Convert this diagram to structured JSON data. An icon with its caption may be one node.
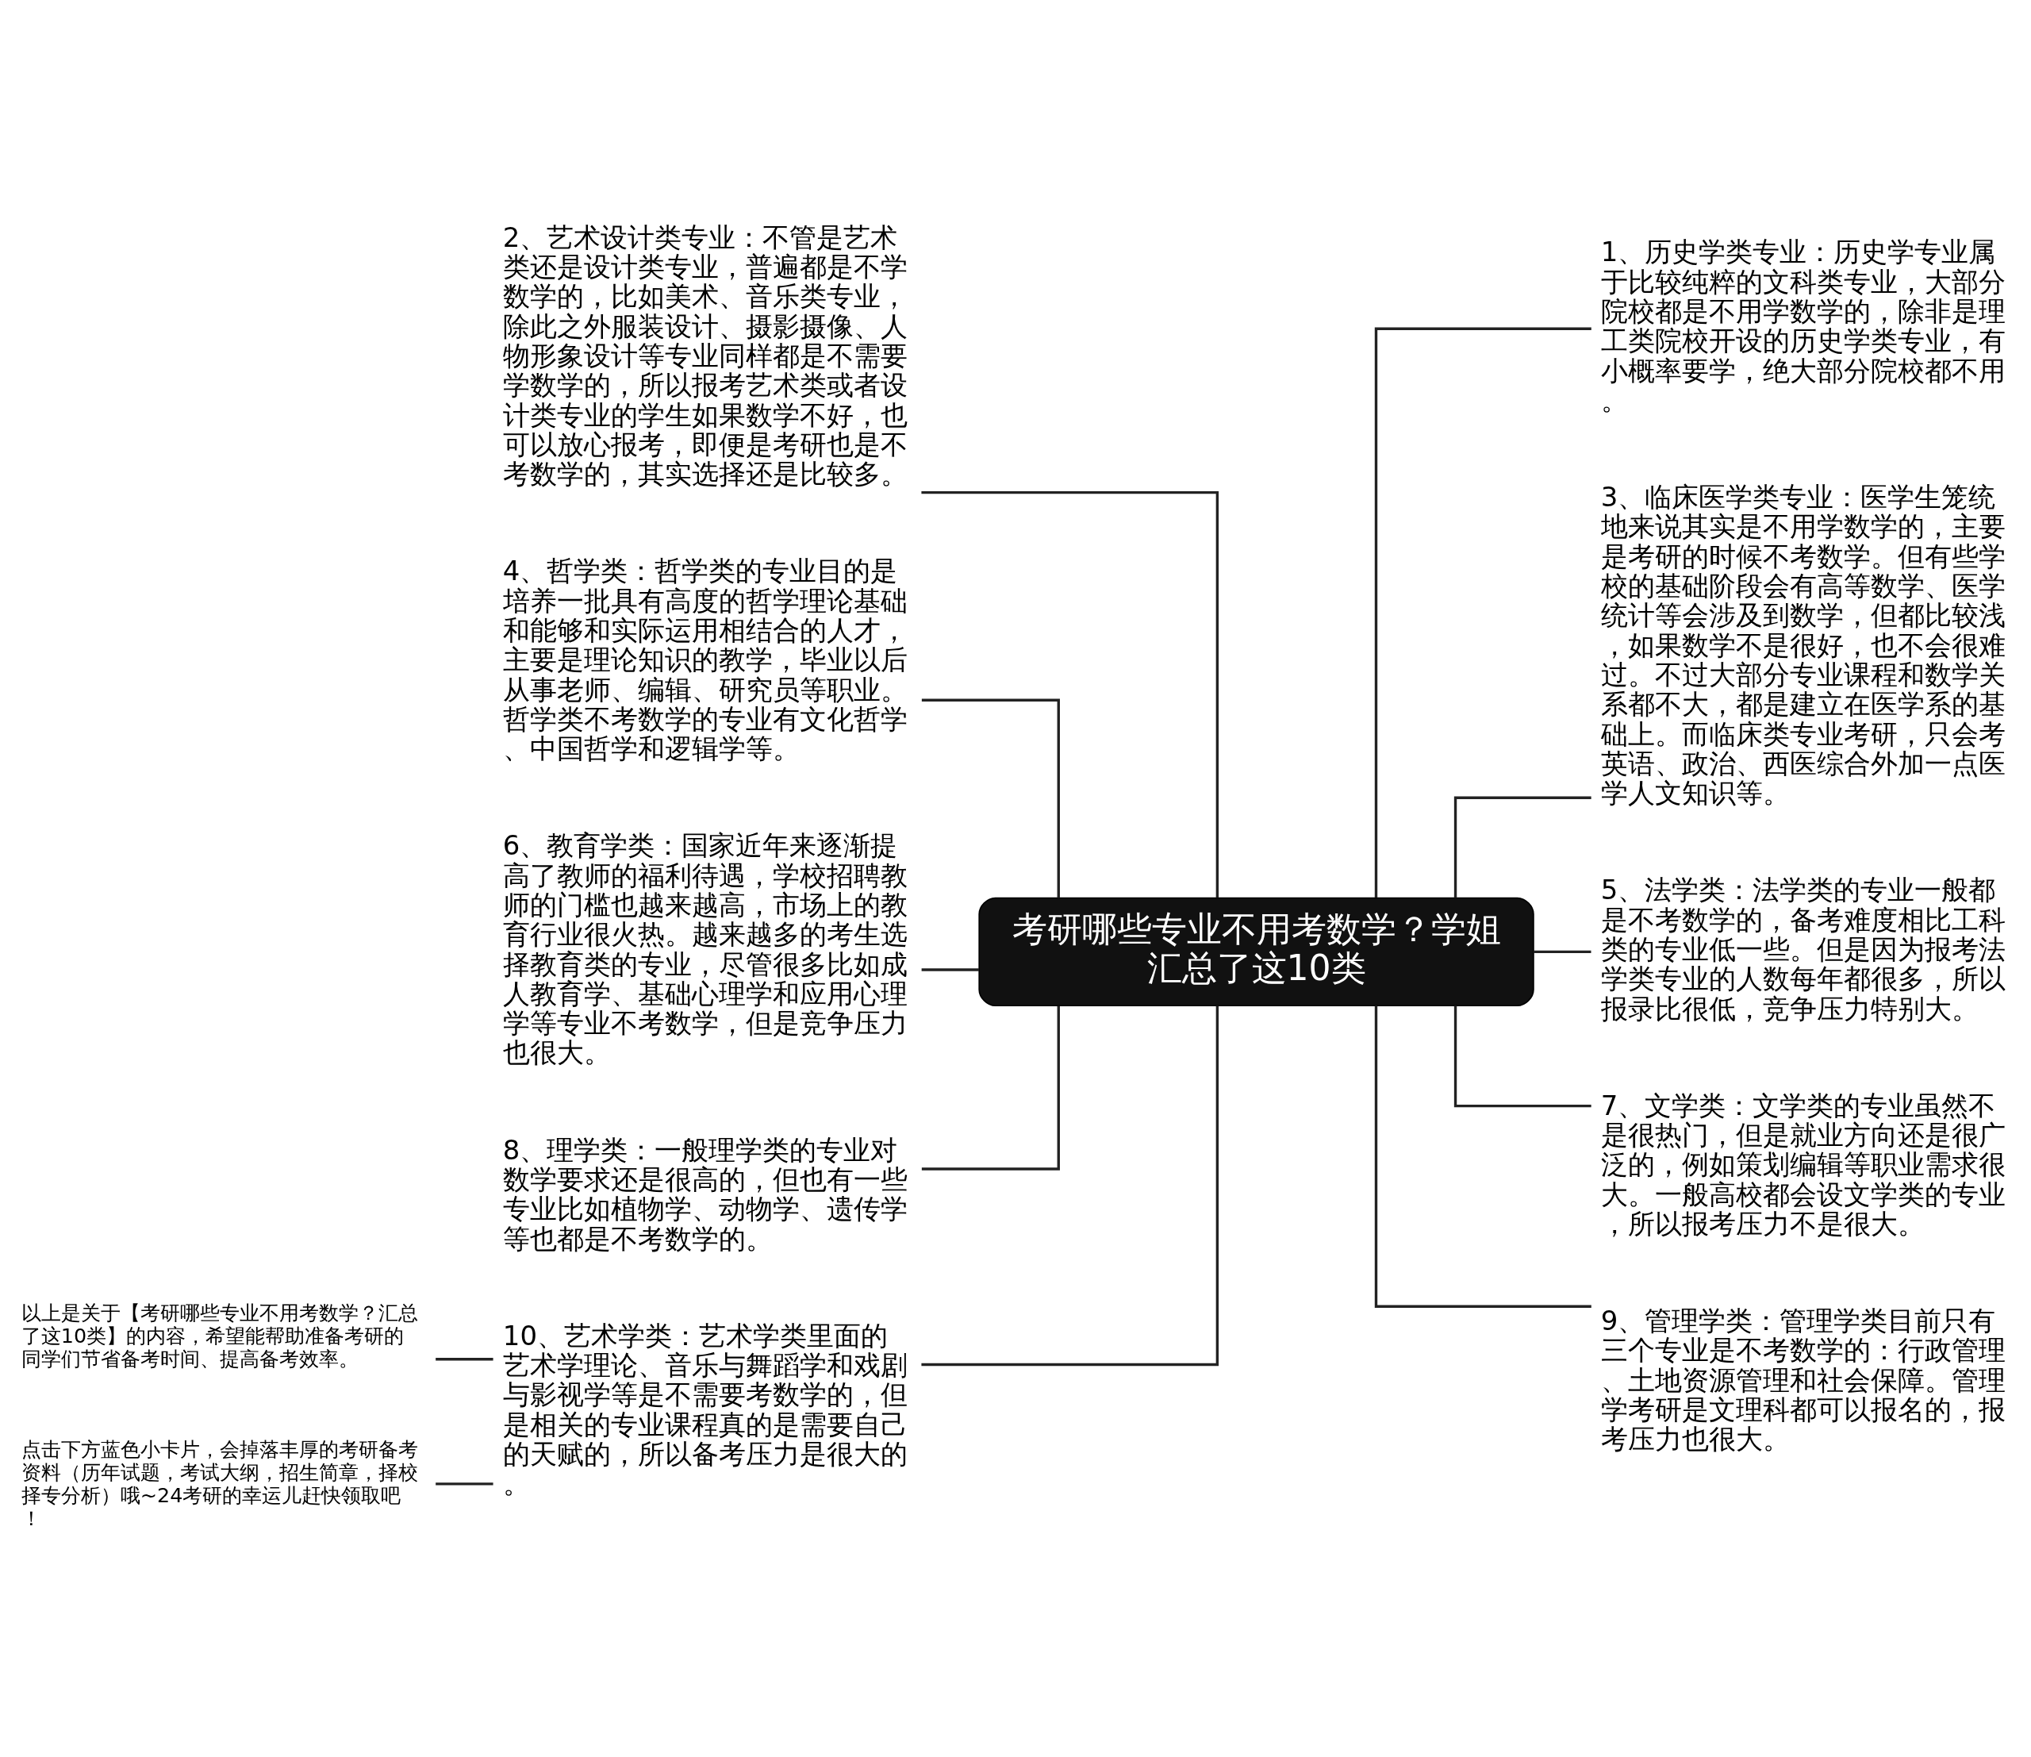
{
  "diagram": {
    "nodes": [
      {
        "text": [
          "考研哪些专业不用考数学？学姐汇总了这10类"
        ]
      },
      {
        "text": [
          "2、艺术设计类专业：不管是艺术类还是设计类专业，普遍都是不学数学的，比如美术、音乐类专业，除此之外服装设计、摄影摄像、人物形象设计等专业同样都是不需要学数学的，所以报考艺术类或者设计类专业的学生如果数学不好，也可以放心报考，即便是考研也是不考数学的，其实选择还是比较多。"
        ]
      },
      {
        "text": [
          "4、哲学类：哲学类的专业目的是培养一批具有高度的哲学理论基础和能够和实际运用相结合的人才，主要是理论知识的教学，毕业以后从事老师、编辑、研究员等职业。哲学类不考数学的专业有文化哲学、中国哲学和逻辑学等。"
        ]
      },
      {
        "text": [
          "6、教育学类：国家近年来逐渐提高了教师的福利待遇，学校招聘教师的门槛也越来越高，市场上的教育行业很火热。越来越多的考生选择教育类的专业，尽管很多比如成人教育学、基础心理学和应用心理学等专业不考数学，但是竞争压力也很大。"
        ]
      },
      {
        "text": [
          "8、理学类：一般理学类的专业对数学要求还是很高的，但也有一些专业比如植物学、动物学、遗传学等也都是不考数学的。"
        ]
      },
      {
        "text": [
          "10、艺术学类：艺术学类里面的艺术学理论、音乐与舞蹈学和戏剧与影视学等是不需要考数学的，但是相关的专业课程真的是需要自己的天赋的，所以备考压力是很大的。"
        ]
      },
      {
        "text": [
          "以上是关于【考研哪些专业不用考数学？汇总了这10类】的内容，希望能帮助准备考研的同学们节省备考时间、提高备考效率。"
        ]
      },
      {
        "text": [
          "点击下方蓝色小卡片，会掉落丰厚的考研备考资料（历年试题，考试大纲，招生简章，择校择专分析）哦~24考研的幸运儿赶快领取吧！"
        ]
      },
      {
        "text": [
          "1、历史学类专业：历史学专业属于比较纯粹的文科类专业，大部分院校都是不用学数学的，除非是理工类院校开设的历史学类专业，有小概率要学，绝大部分院校都不用。"
        ]
      },
      {
        "text": [
          "3、临床医学类专业：医学生笼统地来说其实是不用学数学的，主要是考研的时候不考数学。但有些学校的基础阶段会有高等数学、医学统计等会涉及到数学，但都比较浅，如果数学不是很好，也不会很难过。不过大部分专业课程和数学关系都不大，都是建立在医学系的基础上。而临床类专业考研，只会考英语、政治、西医综合外加一点医学人文知识等。"
        ]
      },
      {
        "text": [
          "5、法学类：法学类的专业一般都是不考数学的，备考难度相比工科类的专业低一些。但是因为报考法学类专业的人数每年都很多，所以报录比很低，竞争压力特别大。"
        ]
      },
      {
        "text": [
          "7、文学类：文学类的专业虽然不是很热门，但是就业方向还是很广泛的，例如策划编辑等职业需求很大。一般高校都会设文学类的专业，所以报考压力不是很大。"
        ]
      },
      {
        "text": [
          "9、管理学类：管理学类目前只有三个专业是不考数学的：行政管理、土地资源管理和社会保障。管理学考研是文理科都可以报名的，报考压力也很大。"
        ]
      }
    ],
    "edges": [
      {
        "from": 0,
        "to": 1,
        "arrow": "none"
      },
      {
        "from": 0,
        "to": 2,
        "arrow": "none"
      },
      {
        "from": 0,
        "to": 3,
        "arrow": "none"
      },
      {
        "from": 0,
        "to": 4,
        "arrow": "none"
      },
      {
        "from": 0,
        "to": 5,
        "arrow": "none"
      },
      {
        "from": 5,
        "to": 6,
        "arrow": "none"
      },
      {
        "from": 5,
        "to": 7,
        "arrow": "none"
      },
      {
        "from": 0,
        "to": 8,
        "arrow": "none"
      },
      {
        "from": 0,
        "to": 9,
        "arrow": "none"
      },
      {
        "from": 0,
        "to": 10,
        "arrow": "none"
      },
      {
        "from": 0,
        "to": 11,
        "arrow": "none"
      },
      {
        "from": 0,
        "to": 12,
        "arrow": "none"
      }
    ]
  }
}
